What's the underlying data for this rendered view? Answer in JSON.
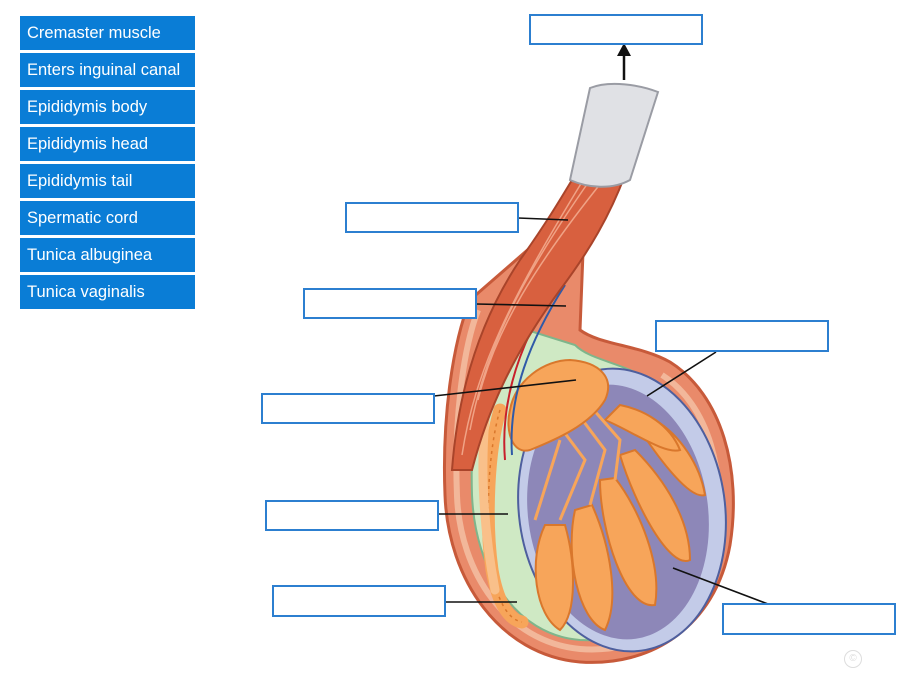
{
  "label_bank": [
    "Cremaster muscle",
    "Enters inguinal canal",
    "Epididymis body",
    "Epididymis head",
    "Epididymis tail",
    "Spermatic cord",
    "Tunica albuginea",
    "Tunica vaginalis"
  ],
  "drop_zone_count": 8,
  "copyright_symbol": "©",
  "colors": {
    "chip_bg": "#0a7dd6",
    "drop_border": "#2c7fd0",
    "muscle": "#d8603f",
    "scrotum_outline": "#c75a3a",
    "green_layer": "#cfe9c4",
    "testis_purple": "#8d87b8",
    "albuginea_blue": "#c3cbe8",
    "tubule_orange": "#f7a55a"
  }
}
